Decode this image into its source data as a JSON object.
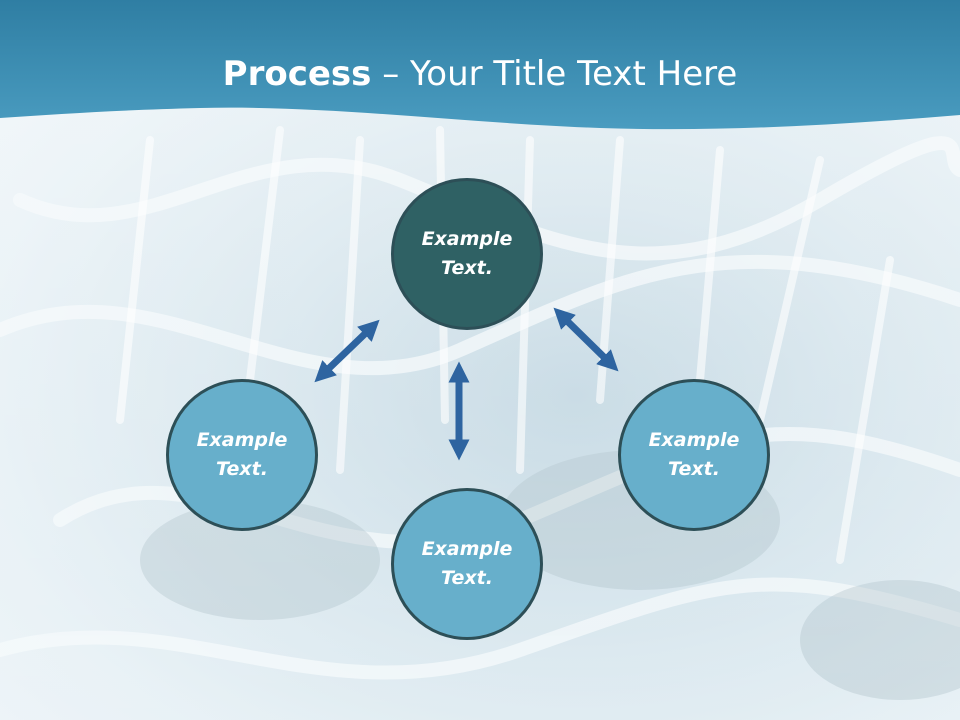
{
  "slide": {
    "title_bold": "Process",
    "title_sep": " – ",
    "title_rest": "Your Title Text Here"
  },
  "nodes": [
    {
      "id": "top",
      "label": "Example Text."
    },
    {
      "id": "left",
      "label": "Example Text."
    },
    {
      "id": "center",
      "label": "Example Text."
    },
    {
      "id": "right",
      "label": "Example Text."
    }
  ],
  "colors": {
    "header": "#3a8fb2",
    "node_dark": "#2f6164",
    "node_light": "#67afcb",
    "node_border": "#2d4f57",
    "arrow": "#2e64a0"
  }
}
